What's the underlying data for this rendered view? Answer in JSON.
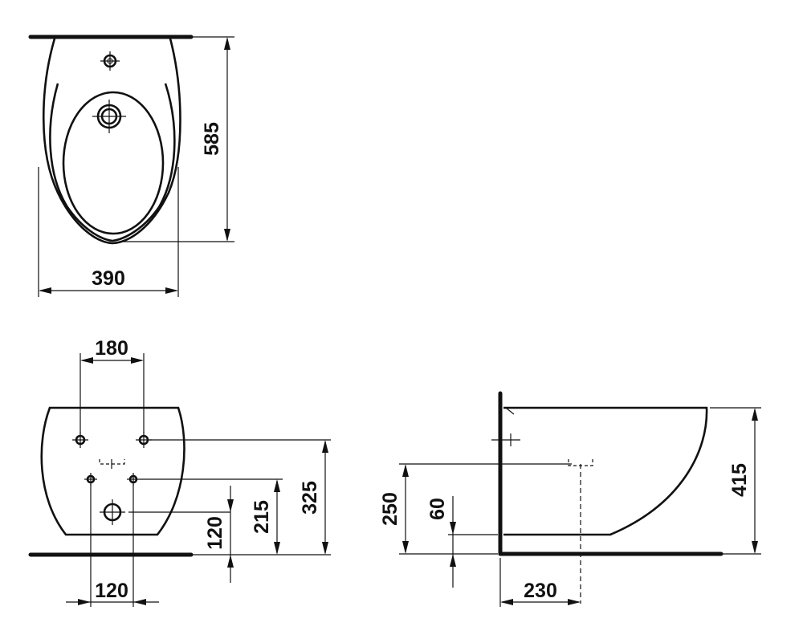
{
  "dimensions": {
    "top_depth": "585",
    "top_width": "390",
    "front_hole_spacing": "180",
    "front_lower_hole_spacing": "120",
    "front_height_120": "120",
    "front_height_215": "215",
    "front_height_325": "325",
    "side_height_250": "250",
    "side_height_60": "60",
    "side_depth_230": "230",
    "side_height_415": "415"
  }
}
